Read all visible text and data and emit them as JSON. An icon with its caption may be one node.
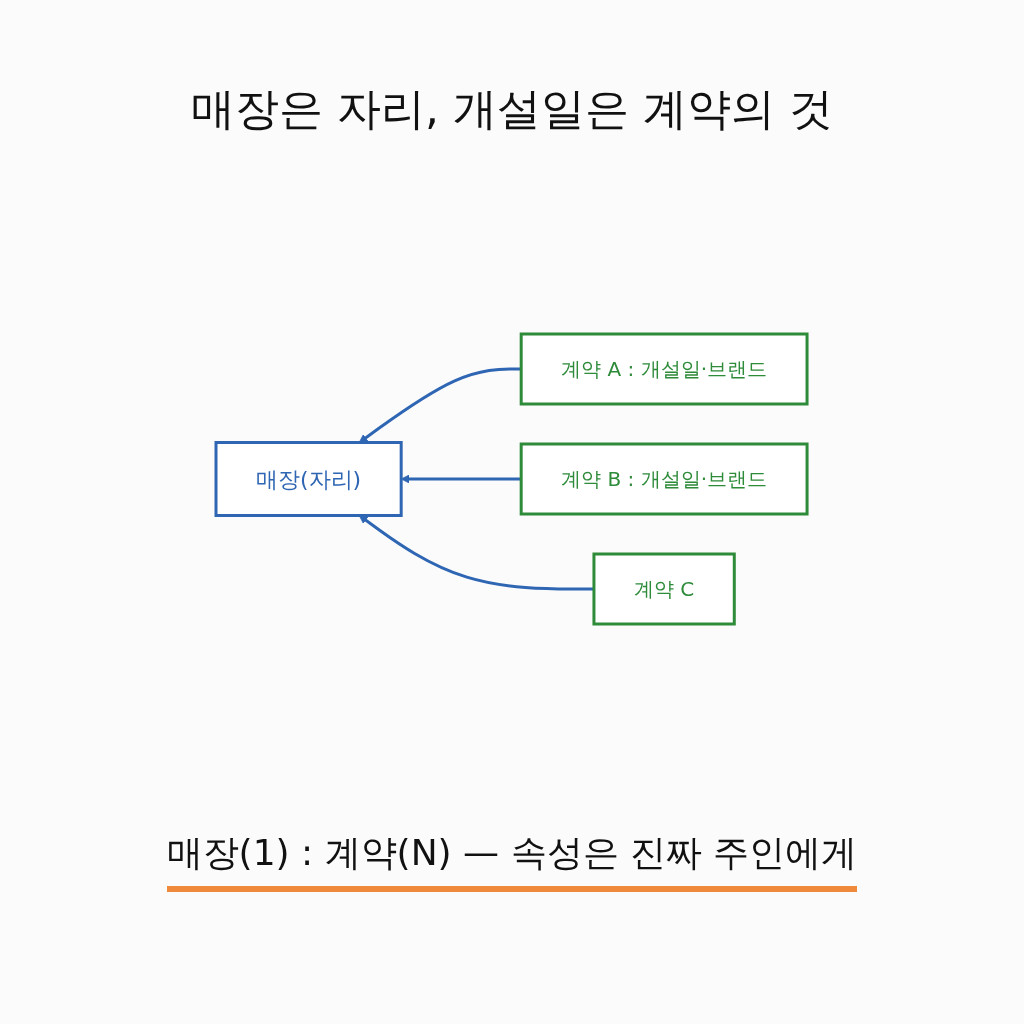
{
  "diagram": {
    "title": "매장은 자리, 개설일은 계약의 것",
    "nodes": [
      {
        "text": [
          "매장(자리)"
        ]
      },
      {
        "text": [
          "계약 A : 개설일·브랜드"
        ]
      },
      {
        "text": [
          "계약 B : 개설일·브랜드"
        ]
      },
      {
        "text": [
          "계약 C"
        ]
      }
    ],
    "edges": [
      {
        "from": 1,
        "to": 0,
        "arrow": "to"
      },
      {
        "from": 2,
        "to": 0,
        "arrow": "to"
      },
      {
        "from": 3,
        "to": 0,
        "arrow": "to"
      }
    ],
    "caption": "매장(1) : 계약(N) — 속성은 진짜 주인에게"
  }
}
